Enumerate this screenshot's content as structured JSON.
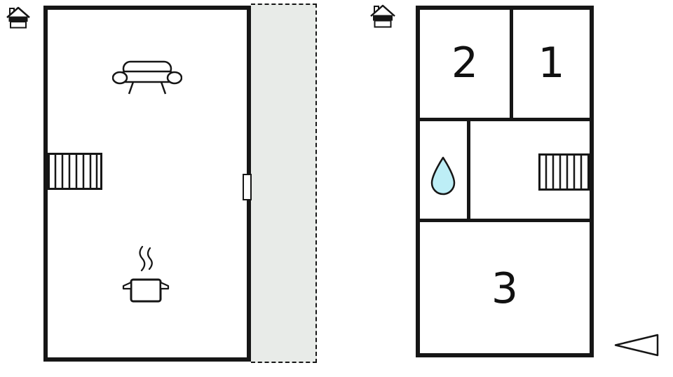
{
  "floorplan": {
    "title": "holiday-home-floor-plans",
    "left_plan": {
      "name": "ground-floor",
      "furniture": {
        "sofa_icon": "sofa-icon",
        "stairs_icon": "staircase-icon",
        "stove_icon": "cooking-pot-icon",
        "door_icon": "door-handle-icon"
      },
      "terrace": {
        "name": "terrace-area",
        "fill": "#e8ebe8",
        "border_style": "dashed"
      }
    },
    "right_plan": {
      "name": "upper-floor",
      "rooms": [
        {
          "id": "room-2",
          "label": "2"
        },
        {
          "id": "room-1",
          "label": "1"
        },
        {
          "id": "room-3",
          "label": "3"
        }
      ],
      "fixtures": {
        "water_drop_icon": "water-drop-icon",
        "stairs_icon": "staircase-icon"
      }
    },
    "markers": {
      "left_house_icon": "house-icon",
      "right_house_icon": "house-icon",
      "entrance_arrow_icon": "entrance-arrow-icon"
    },
    "colors": {
      "wall": "#161616",
      "terrace_fill": "#e8ebe8",
      "water_drop_fill": "#bdeef6",
      "background": "#ffffff"
    }
  }
}
